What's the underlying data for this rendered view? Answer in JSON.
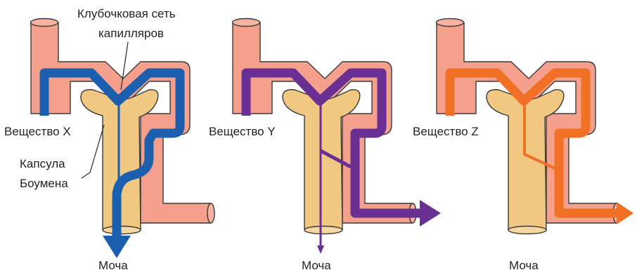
{
  "labels": {
    "capillaries_line1": "Клубочковая сеть",
    "capillaries_line2": "капилляров",
    "capsule_line1": "Капсула",
    "capsule_line2": "Боумена"
  },
  "nephrons": [
    {
      "substance": "Вещество X",
      "urine": "Моча",
      "color": "#1b5fae"
    },
    {
      "substance": "Вещество Y",
      "urine": "Моча",
      "color": "#6a2f93"
    },
    {
      "substance": "Вещество Z",
      "urine": "Моча",
      "color": "#f07126"
    }
  ],
  "colors": {
    "vessel": "#f4a08c",
    "capsule": "#f0c882",
    "outline": "#3a3a3a",
    "text": "#222222"
  }
}
